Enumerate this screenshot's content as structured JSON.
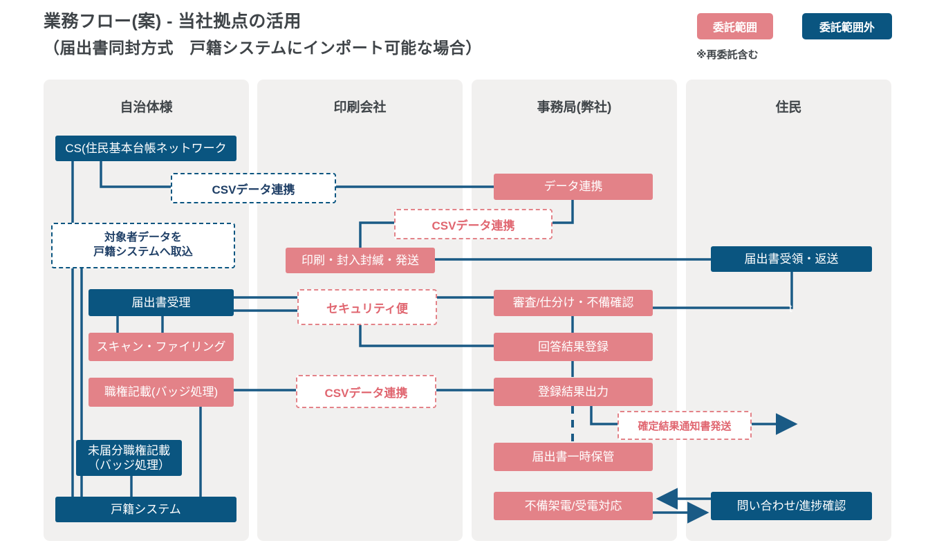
{
  "header": {
    "title_line1": "業務フロー(案) - 当社拠点の活用",
    "title_line2": "（届出書同封方式　戸籍システムにインポート可能な場合）",
    "legend": {
      "included_label": "委託範囲",
      "excluded_label": "委託範囲外",
      "note": "※再委託含む",
      "included_color": "#e38288",
      "excluded_color": "#0a5580"
    }
  },
  "lanes": [
    {
      "id": "lane-municipality",
      "title": "自治体様"
    },
    {
      "id": "lane-printing",
      "title": "印刷会社"
    },
    {
      "id": "lane-office",
      "title": "事務局(弊社)"
    },
    {
      "id": "lane-resident",
      "title": "住民"
    }
  ],
  "nodes": [
    {
      "id": "cs-network",
      "label": "CS(住民基本台帳ネットワーク",
      "lane": "自治体様",
      "style": "blue"
    },
    {
      "id": "notice-receipt",
      "label": "届出書受理",
      "lane": "自治体様",
      "style": "blue"
    },
    {
      "id": "scan-filing",
      "label": "スキャン・ファイリング",
      "lane": "自治体様",
      "style": "pink"
    },
    {
      "id": "authority-record",
      "label": "職権記載(バッジ処理)",
      "lane": "自治体様",
      "style": "pink"
    },
    {
      "id": "unfiled-authority",
      "label": "未届分職権記載\n（バッジ処理）",
      "lane": "自治体様",
      "style": "blue"
    },
    {
      "id": "koseki-system",
      "label": "戸籍システム",
      "lane": "自治体様",
      "style": "blue"
    },
    {
      "id": "print-enclose-send",
      "label": "印刷・封入封緘・発送",
      "lane": "印刷会社",
      "style": "pink"
    },
    {
      "id": "data-linkage",
      "label": "データ連携",
      "lane": "事務局(弊社)",
      "style": "pink"
    },
    {
      "id": "review-sorting",
      "label": "審査/仕分け・不備確認",
      "lane": "事務局(弊社)",
      "style": "pink"
    },
    {
      "id": "answer-registration",
      "label": "回答結果登録",
      "lane": "事務局(弊社)",
      "style": "pink"
    },
    {
      "id": "registration-output",
      "label": "登録結果出力",
      "lane": "事務局(弊社)",
      "style": "pink"
    },
    {
      "id": "temp-storage",
      "label": "届出書一時保管",
      "lane": "事務局(弊社)",
      "style": "pink"
    },
    {
      "id": "defect-call",
      "label": "不備架電/受電対応",
      "lane": "事務局(弊社)",
      "style": "pink"
    },
    {
      "id": "notice-received",
      "label": "届出書受領・返送",
      "lane": "住民",
      "style": "blue"
    },
    {
      "id": "inquiry-progress",
      "label": "問い合わせ/進捗確認",
      "lane": "住民",
      "style": "blue"
    }
  ],
  "edge_labels": [
    {
      "id": "csv-linkage-top",
      "label": "CSVデータ連携",
      "style": "blue"
    },
    {
      "id": "import-to-koseki",
      "label": "対象者データを\n戸籍システムへ取込",
      "style": "blue"
    },
    {
      "id": "csv-linkage-print",
      "label": "CSVデータ連携",
      "style": "pink"
    },
    {
      "id": "security-delivery",
      "label": "セキュリティ便",
      "style": "pink"
    },
    {
      "id": "csv-linkage-result",
      "label": "CSVデータ連携",
      "style": "pink"
    },
    {
      "id": "final-notice-send",
      "label": "確定結果通知書発送",
      "style": "pink"
    }
  ],
  "artifact": {
    "stray_glyph": "t"
  },
  "colors": {
    "pink": "#e38288",
    "blue": "#0a5580",
    "lane_bg": "#f1f0ef",
    "wire": "#1a5a85",
    "text_dark": "#3f4448"
  }
}
